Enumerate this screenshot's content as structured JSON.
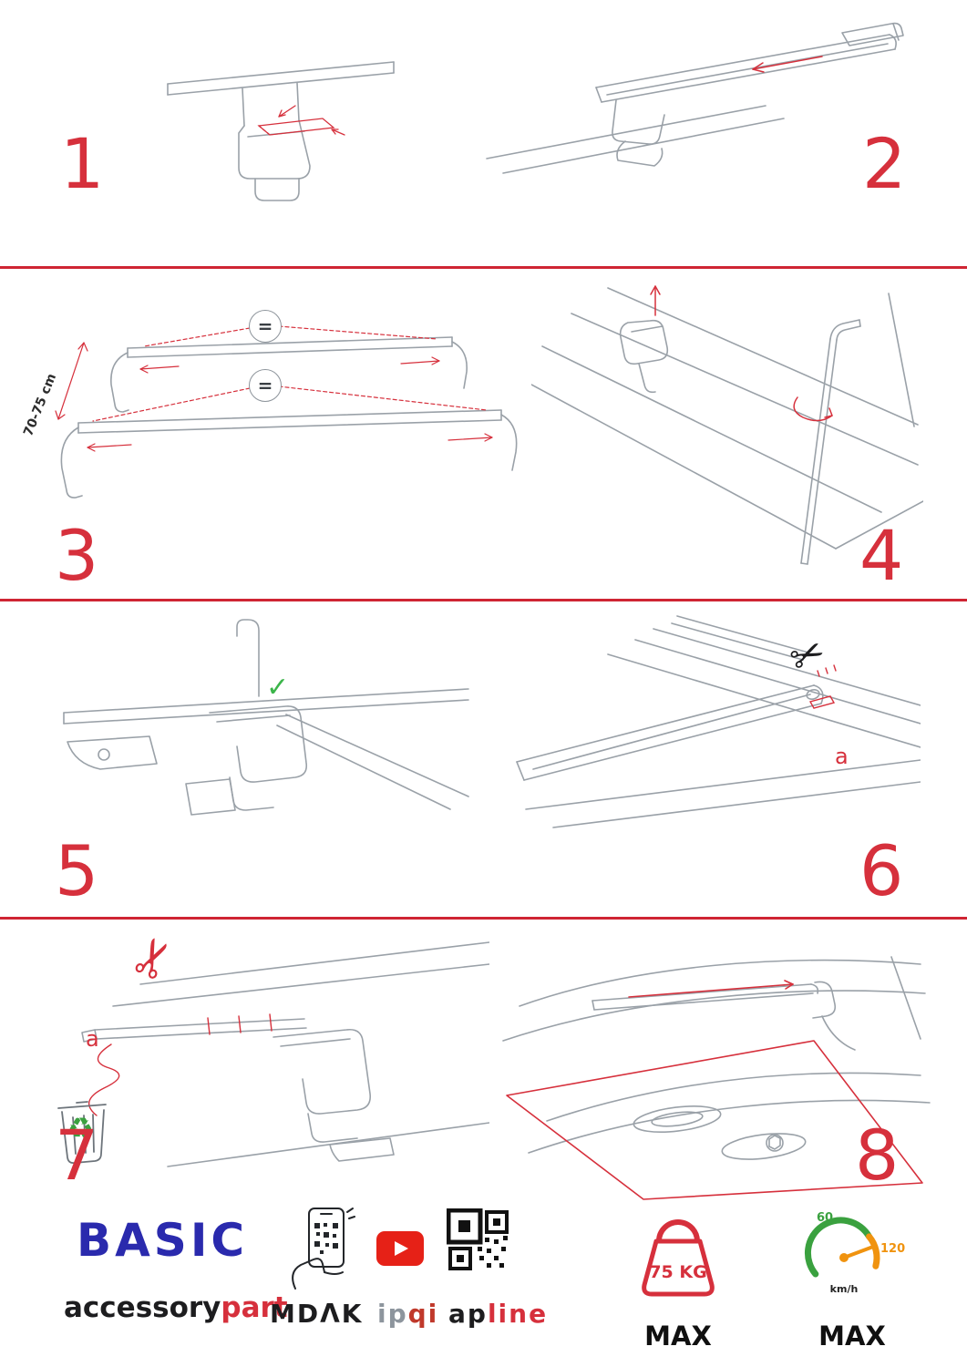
{
  "colors": {
    "accent_red": "#d6303c",
    "line_gray": "#9aa1a8",
    "brand_blue": "#2a2aad",
    "green": "#3aa13f",
    "orange": "#f0930f",
    "youtube_red": "#e62117"
  },
  "steps": [
    {
      "number": "1"
    },
    {
      "number": "2"
    },
    {
      "number": "3"
    },
    {
      "number": "4"
    },
    {
      "number": "5"
    },
    {
      "number": "6"
    },
    {
      "number": "7"
    },
    {
      "number": "8"
    }
  ],
  "step3": {
    "dimension": "70-75 cm",
    "equals_top": "=",
    "equals_bottom": "="
  },
  "step6": {
    "part_label": "a"
  },
  "step7": {
    "part_label": "a"
  },
  "icons": {
    "scissors": "✂",
    "check": "✓",
    "recycle": "♻"
  },
  "footer": {
    "brand": "BASIC",
    "brand_word_black": "accessory",
    "brand_word_red": "part",
    "logo_mdak": "MDΛK",
    "logo_ip": "ip",
    "logo_qi": "qi",
    "logo_ap": "ap",
    "logo_line": "line",
    "weight_limit": "75 KG",
    "weight_max": "MAX",
    "speed_tick_low": "60",
    "speed_tick_high": "120",
    "speed_unit": "km/h",
    "speed_max": "MAX"
  }
}
